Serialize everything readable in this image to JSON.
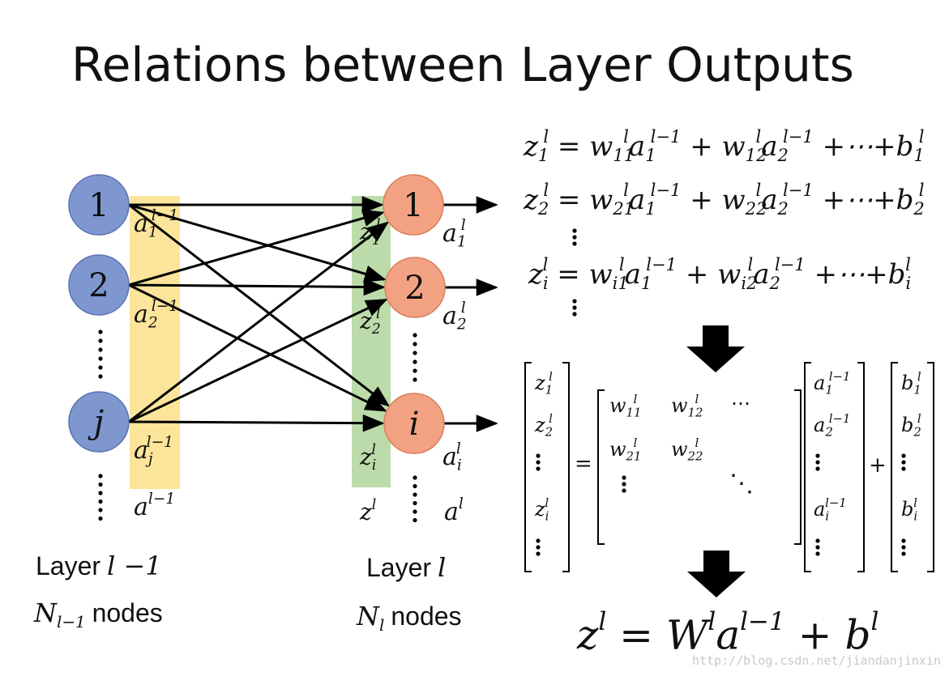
{
  "title": "Relations between Layer Outputs",
  "layer_prev": {
    "band_color": "#fce59a",
    "node_color": "#7f97cf",
    "nodes": [
      "1",
      "2",
      "j"
    ],
    "outputs": [
      {
        "base": "a",
        "sub": "1",
        "sup": "l−1"
      },
      {
        "base": "a",
        "sub": "2",
        "sup": "l−1"
      },
      {
        "base": "a",
        "sub": "j",
        "sup": "l−1"
      }
    ],
    "vector": {
      "base": "a",
      "sup": "l−1"
    },
    "layer_label": {
      "word": "Layer",
      "math": "l −1"
    },
    "nodes_label": {
      "N": "N",
      "sub": "l−1",
      "word": "nodes"
    }
  },
  "layer_cur": {
    "band_color": "#bcdbaa",
    "node_color": "#f2a283",
    "nodes": [
      "1",
      "2",
      "i"
    ],
    "inputs": [
      {
        "base": "z",
        "sub": "1",
        "sup": "l"
      },
      {
        "base": "z",
        "sub": "2",
        "sup": "l"
      },
      {
        "base": "z",
        "sub": "i",
        "sup": "l"
      }
    ],
    "outputs": [
      {
        "base": "a",
        "sub": "1",
        "sup": "l"
      },
      {
        "base": "a",
        "sub": "2",
        "sup": "l"
      },
      {
        "base": "a",
        "sub": "i",
        "sup": "l"
      }
    ],
    "z_vector": {
      "base": "z",
      "sup": "l"
    },
    "a_vector": {
      "base": "a",
      "sup": "l"
    },
    "layer_label": {
      "word": "Layer",
      "math": "l"
    },
    "nodes_label": {
      "N": "N",
      "sub": "l",
      "word": "nodes"
    }
  },
  "equations": [
    {
      "lhs": {
        "base": "z",
        "sub": "1",
        "sup": "l"
      },
      "terms": [
        {
          "w": "11",
          "a": "1"
        },
        {
          "w": "12",
          "a": "2"
        }
      ],
      "b": {
        "sub": "1",
        "sup": "l"
      }
    },
    {
      "lhs": {
        "base": "z",
        "sub": "2",
        "sup": "l"
      },
      "terms": [
        {
          "w": "21",
          "a": "1"
        },
        {
          "w": "22",
          "a": "2"
        }
      ],
      "b": {
        "sub": "2",
        "sup": "l"
      }
    },
    {
      "lhs": {
        "base": "z",
        "sub": "i",
        "sup": "l"
      },
      "terms": [
        {
          "w": "i1",
          "a": "1"
        },
        {
          "w": "i2",
          "a": "2"
        }
      ],
      "b": {
        "sub": "i",
        "sup": "l"
      }
    }
  ],
  "eq_symbols": {
    "equals": "=",
    "plus": "+",
    "dots": "⋯",
    "w_sup": "l",
    "a_sup": "l−1"
  },
  "matrix": {
    "z": [
      {
        "sub": "1"
      },
      {
        "sub": "2"
      },
      {
        "sub": "i"
      }
    ],
    "w": [
      {
        "base": "w",
        "sub": "11",
        "sup": "l"
      },
      {
        "base": "w",
        "sub": "12",
        "sup": "l"
      },
      {
        "base": "w",
        "sub": "21",
        "sup": "l"
      },
      {
        "base": "w",
        "sub": "22",
        "sup": "l"
      }
    ],
    "a": [
      {
        "sub": "1"
      },
      {
        "sub": "2"
      },
      {
        "sub": "i"
      }
    ],
    "b": [
      {
        "sub": "1"
      },
      {
        "sub": "2"
      },
      {
        "sub": "i"
      }
    ],
    "z_sup": "l",
    "a_sup": "l−1",
    "b_sup": "l",
    "equals": "=",
    "plus": "+",
    "hdots": "⋯",
    "ddots": "⋱"
  },
  "final_equation": {
    "z": "z",
    "z_sup": "l",
    "equals": "=",
    "W": "W",
    "W_sup": "l",
    "a": "a",
    "a_sup": "l−1",
    "plus": "+",
    "b": "b",
    "b_sup": "l"
  },
  "arrow_icon": "down-arrow-icon",
  "watermark": "http://blog.csdn.net/jiandanjinxin"
}
